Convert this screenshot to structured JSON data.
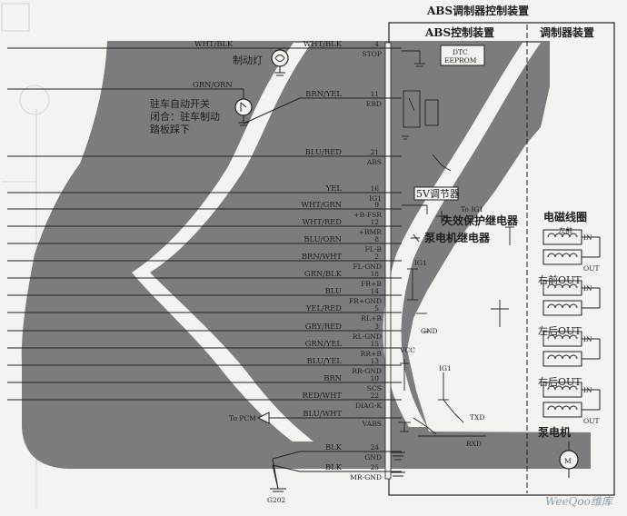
{
  "title": "ABS调制器控制装置",
  "abs_control_unit": "ABS控制装置",
  "modulator_unit": "调制器装置",
  "dtc_eeprom": [
    "DTC",
    "EEPROM"
  ],
  "brake_light": "制动灯",
  "parking_switch": [
    "驻车自动开关",
    "闭合：驻车制动",
    "踏板踩下"
  ],
  "regulator_5v": "5V调节器",
  "fail_safe_relay": "失效保护继电器",
  "pump_motor_relay": "泵电机继电器",
  "solenoid_coils": "电磁线圈",
  "pump_motor": "泵电机",
  "to_ig1": "To IG1",
  "ig1": "IG1",
  "vcc": "VCC",
  "gnd_label": "GND",
  "to_pcm": "To PCM",
  "txd": "TXD",
  "rxd": "RXD",
  "ground_point": "G202",
  "watermark": "WeeQoo维库",
  "solenoids": [
    {
      "label": "左前",
      "ports": [
        "IN",
        "OUT"
      ]
    },
    {
      "label": "右前OUT",
      "ports": [
        "IN"
      ]
    },
    {
      "label": "左后OUT",
      "ports": [
        "IN"
      ]
    },
    {
      "label": "右后OUT",
      "ports": [
        "IN",
        "OUT"
      ]
    }
  ],
  "wires": [
    {
      "color": "WHT/BLK",
      "pin": "4",
      "signal": "STOP"
    },
    {
      "color": "GRN/ORN",
      "pin": "",
      "signal": ""
    },
    {
      "color": "BRN/YEL",
      "pin": "11",
      "signal": "EBD"
    },
    {
      "color": "BLU/RED",
      "pin": "21",
      "signal": "ABS"
    },
    {
      "color": "YEL",
      "pin": "16",
      "signal": "IG1"
    },
    {
      "color": "WHT/GRN",
      "pin": "9",
      "signal": "+B-FSR"
    },
    {
      "color": "WHT/RED",
      "pin": "12",
      "signal": "+BMR"
    },
    {
      "color": "BLU/ORN",
      "pin": "8",
      "signal": "FL-B"
    },
    {
      "color": "BRN/WHT",
      "pin": "2",
      "signal": "FL-GND"
    },
    {
      "color": "GRN/BLK",
      "pin": "18",
      "signal": "FR+B"
    },
    {
      "color": "BLU",
      "pin": "14",
      "signal": "FR+GND"
    },
    {
      "color": "YEL/RED",
      "pin": "5",
      "signal": "RL+B"
    },
    {
      "color": "GRY/RED",
      "pin": "3",
      "signal": "RL-GND"
    },
    {
      "color": "GRN/YEL",
      "pin": "15",
      "signal": "RR+B"
    },
    {
      "color": "BLU/YEL",
      "pin": "13",
      "signal": "RR-GND"
    },
    {
      "color": "BRN",
      "pin": "10",
      "signal": "SCS"
    },
    {
      "color": "RED/WHT",
      "pin": "22",
      "signal": "DIAG-K"
    },
    {
      "color": "BLU/WHT",
      "pin": "",
      "signal": "VABS"
    },
    {
      "color": "BLK",
      "pin": "24",
      "signal": "GND"
    },
    {
      "color": "BLK",
      "pin": "25",
      "signal": "MR-GND"
    }
  ]
}
